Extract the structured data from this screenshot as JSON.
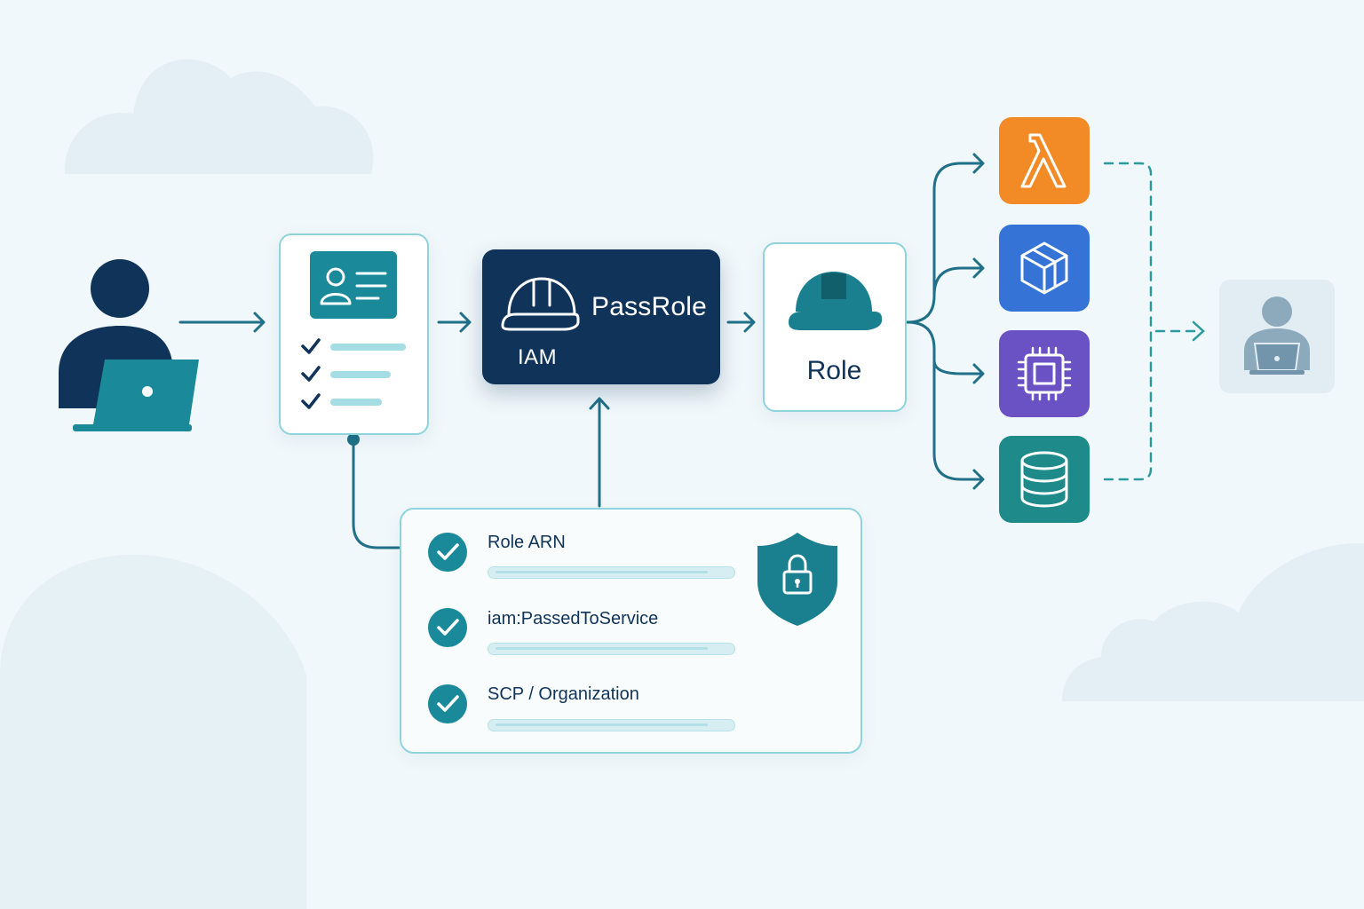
{
  "iam_box": {
    "title": "PassRole",
    "subtitle": "IAM",
    "icon": "hard-hat-outline-icon"
  },
  "role_box": {
    "label": "Role",
    "icon": "hard-hat-filled-icon"
  },
  "user": {
    "icon": "user-with-laptop-icon"
  },
  "policy_document": {
    "icon": "id-card-icon",
    "checklist_items": 3
  },
  "conditions": {
    "items": [
      {
        "label": "Role ARN",
        "status_icon": "check-circle-icon"
      },
      {
        "label": "iam:PassedToService",
        "status_icon": "check-circle-icon"
      },
      {
        "label": "SCP / Organization",
        "status_icon": "check-circle-icon"
      }
    ],
    "badge_icon": "shield-lock-icon"
  },
  "services": [
    {
      "icon": "lambda-icon",
      "color": "#f28a26"
    },
    {
      "icon": "cube-icon",
      "color": "#3574d6"
    },
    {
      "icon": "chip-icon",
      "color": "#6a52c4"
    },
    {
      "icon": "database-icon",
      "color": "#1e8a8a"
    }
  ],
  "downstream_user": {
    "icon": "user-with-laptop-icon"
  },
  "colors": {
    "navy": "#10335a",
    "teal": "#1a8a9a",
    "connector": "#1f7088",
    "border": "#8fd3dc",
    "background": "#f1f8fb"
  }
}
